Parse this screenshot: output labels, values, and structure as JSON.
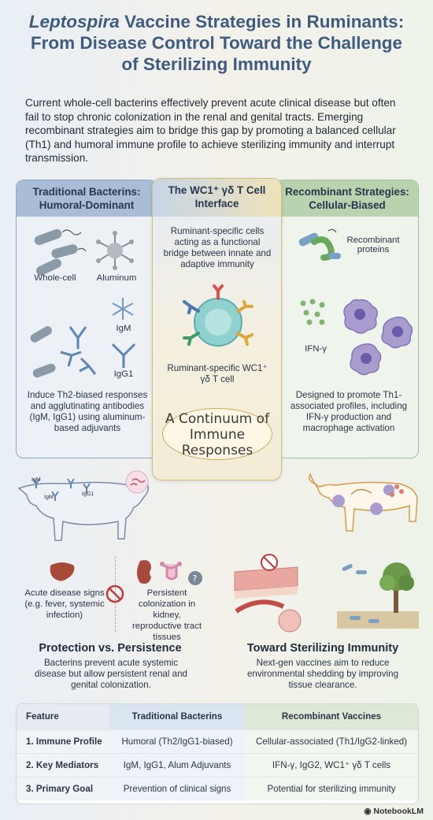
{
  "title": {
    "italic": "Leptospira",
    "line1_rest": " Vaccine Strategies in Ruminants:",
    "line2": "From Disease Control Toward the Challenge",
    "line3": "of Sterilizing Immunity"
  },
  "intro": "Current whole-cell bacterins effectively prevent acute clinical disease but often fail to stop chronic colonization in the renal and genital tracts. Emerging recombinant strategies aim to bridge this gap by promoting a balanced cellular (Th1) and humoral immune profile to achieve sterilizing immunity and interrupt transmission.",
  "left": {
    "header": "Traditional Bacterins: Humoral-Dominant",
    "labels": {
      "whole_cell": "Whole-cell",
      "aluminum": "Aluminum",
      "igm": "IgM",
      "igg1": "IgG1"
    },
    "body": "Induce Th2-biased responses and agglutinating antibodies (IgM, IgG1) using aluminum-based adjuvants"
  },
  "middle": {
    "header": "The WC1⁺ γδ T Cell Interface",
    "body": "Ruminant-specific cells acting as a functional bridge between innate and adaptive immunity",
    "cell_label": "Ruminant-specific WC1⁺ γδ T cell"
  },
  "right": {
    "header": "Recombinant Strategies: Cellular-Biased",
    "labels": {
      "recombinant": "Recombinant proteins",
      "ifn": "IFN-γ"
    },
    "body": "Designed to promote Th1-associated profiles, including IFN-γ production and macrophage activation"
  },
  "continuum": "A Continuum of Immune Responses",
  "cow_left_labels": [
    "IgM",
    "IgM",
    "IgG1"
  ],
  "organs": {
    "acute": "Acute disease signs (e.g. fever, systemic infection)",
    "persistent": "Persistent colonization in kidney, reproductive tract tissues"
  },
  "protection": {
    "title": "Protection vs. Persistence",
    "body": "Bacterins prevent acute systemic disease but allow persistent renal and genital colonization."
  },
  "sterilizing": {
    "title": "Toward Sterilizing Immunity",
    "body": "Next-gen vaccines aim to reduce environmental shedding by improving tissue clearance."
  },
  "table": {
    "headers": [
      "Feature",
      "Traditional Bacterins",
      "Recombinant Vaccines"
    ],
    "rows": [
      [
        "1. Immune Profile",
        "Humoral (Th2/IgG1-biased)",
        "Cellular-associated (Th1/IgG2-linked)"
      ],
      [
        "2. Key Mediators",
        "IgM, IgG1, Alum Adjuvants",
        "IFN-γ, IgG2, WC1⁺ γδ T cells"
      ],
      [
        "3. Primary Goal",
        "Prevention of clinical signs",
        "Potential for sterilizing immunity"
      ]
    ]
  },
  "footer": "NotebookLM",
  "colors": {
    "title": "#3f5c80",
    "left": "#a9bdd7",
    "right": "#b8d3ad",
    "middle": "#efe2b9"
  },
  "icons": [
    "bacteria-icon",
    "aluminum-icon",
    "antibody-icon",
    "t-cell-icon",
    "macrophage-icon",
    "cow-icon",
    "liver-icon",
    "kidney-icon",
    "uterus-icon",
    "prohibit-icon",
    "tree-icon",
    "notebooklm-logo-icon"
  ]
}
